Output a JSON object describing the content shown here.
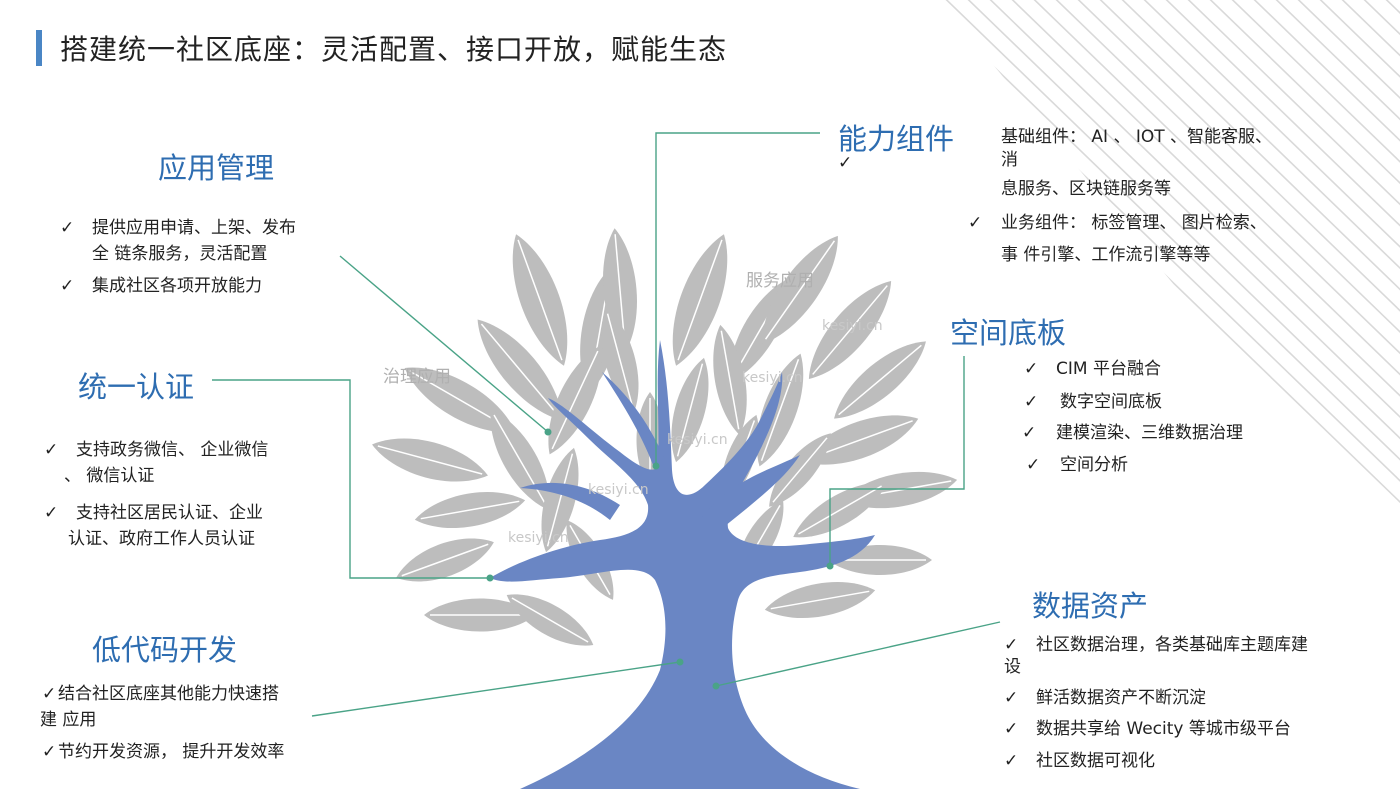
{
  "title": "搭建统一社区底座：灵活配置、接口开放，赋能生态",
  "watermarks": {
    "label_governance": "治理应用",
    "label_service": "服务应用",
    "site": "kesiyi.cn"
  },
  "check": "✓",
  "sections": {
    "app_mgmt": {
      "heading": "应用管理",
      "items": [
        "提供应用申请、上架、发布",
        "全 链条服务，灵活配置",
        "集成社区各项开放能力"
      ]
    },
    "unified_auth": {
      "heading": "统一认证",
      "items": [
        "支持政务微信、 企业微信",
        "、 微信认证",
        "支持社区居民认证、企业",
        "认证、政府工作人员认证"
      ]
    },
    "low_code": {
      "heading": "低代码开发",
      "items": [
        "结合社区底座其他能力快速搭",
        "建 应用",
        "节约开发资源， 提升开发效率"
      ]
    },
    "components": {
      "heading": "能力组件",
      "items": [
        "基础组件： AI 、 IOT 、智能客服、",
        "消",
        "息服务、区块链服务等",
        "业务组件： 标签管理、 图片检索、",
        "事 件引擎、工作流引擎等等"
      ]
    },
    "spatial": {
      "heading": "空间底板",
      "items": [
        "CIM 平台融合",
        "数字空间底板",
        "建模渲染、三维数据治理",
        "空间分析"
      ]
    },
    "data_assets": {
      "heading": "数据资产",
      "items": [
        "社区数据治理，各类基础库主题库建",
        "设",
        "鲜活数据资产不断沉淀",
        "数据共享给 Wecity 等城市级平台",
        "社区数据可视化"
      ]
    }
  },
  "colors": {
    "accent": "#4a86c5",
    "heading": "#2e6db1",
    "trunk": "#6a86c4",
    "leaf": "#bdbdbd",
    "connector": "#4aa387",
    "stripes": "#d9d9d9"
  }
}
